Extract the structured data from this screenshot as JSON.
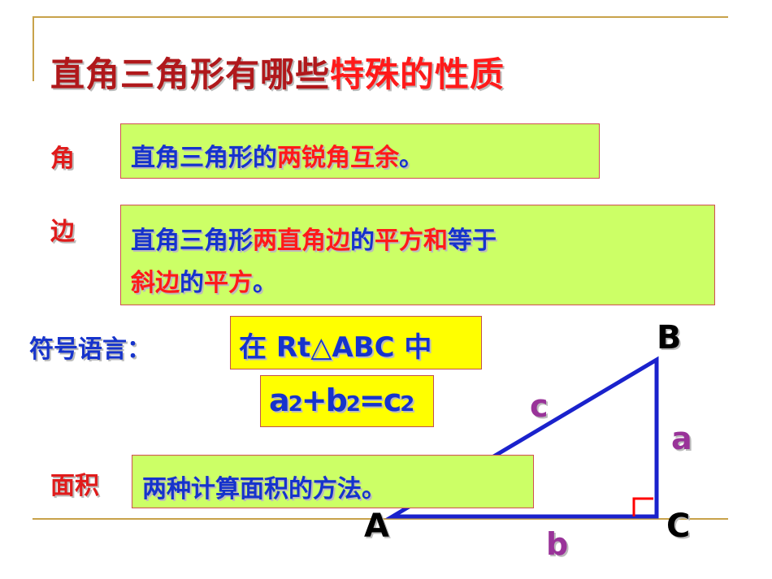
{
  "title": {
    "part1": "直角三角形有哪些",
    "part2": "特殊的性质"
  },
  "angle": {
    "label": "角",
    "text1": "直角三角形的",
    "text2": "两锐角互余",
    "end": "。"
  },
  "edge": {
    "label": "边",
    "s1": "直角三角形",
    "s2": "两直角边",
    "s3": "的",
    "s4": "平方和",
    "s5": "等于",
    "s6": "斜边",
    "s7": "的",
    "s8": "平方",
    "s9": "。"
  },
  "symbol": {
    "label": "符号语言：",
    "condition": "在 Rt△ABC 中"
  },
  "formula": {
    "a": "a",
    "two1": "2",
    "plus": "+b",
    "two2": "2",
    "eq": "=c",
    "two3": "2"
  },
  "area": {
    "label": "面积",
    "text": "两种计算面积的方法。"
  },
  "triangle": {
    "vertex_a": "A",
    "vertex_b": "B",
    "vertex_c": "C",
    "side_a": "a",
    "side_b": "b",
    "side_c": "c",
    "color": "#1a22cc",
    "right_angle_color": "#ff0000"
  }
}
